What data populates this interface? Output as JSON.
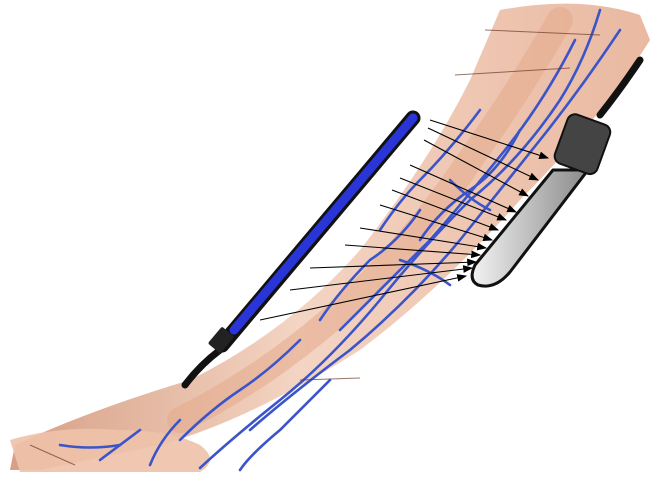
{
  "diagram": {
    "subject": "forearm-vein-illumination",
    "colors": {
      "background": "#ffffff",
      "skin_light": "#f3d2c0",
      "skin_mid": "#e8b59c",
      "skin_dark": "#d49a7e",
      "bone": "#efc9a8",
      "vein": "#3b55c9",
      "emitter_bar": "#2a35d8",
      "emitter_outline": "#111111",
      "cable": "#111111",
      "sensor_cap": "#444444",
      "sensor_body_light": "#f2f2f2",
      "sensor_body_dark": "#8a8a8a",
      "arrow": "#000000"
    },
    "components": [
      {
        "key": "emitter",
        "icon": "light-emitter-bar-icon"
      },
      {
        "key": "sensor",
        "icon": "light-detector-probe-icon"
      },
      {
        "key": "arrows",
        "icon": "light-ray-arrow-icon",
        "count": 12
      }
    ]
  }
}
